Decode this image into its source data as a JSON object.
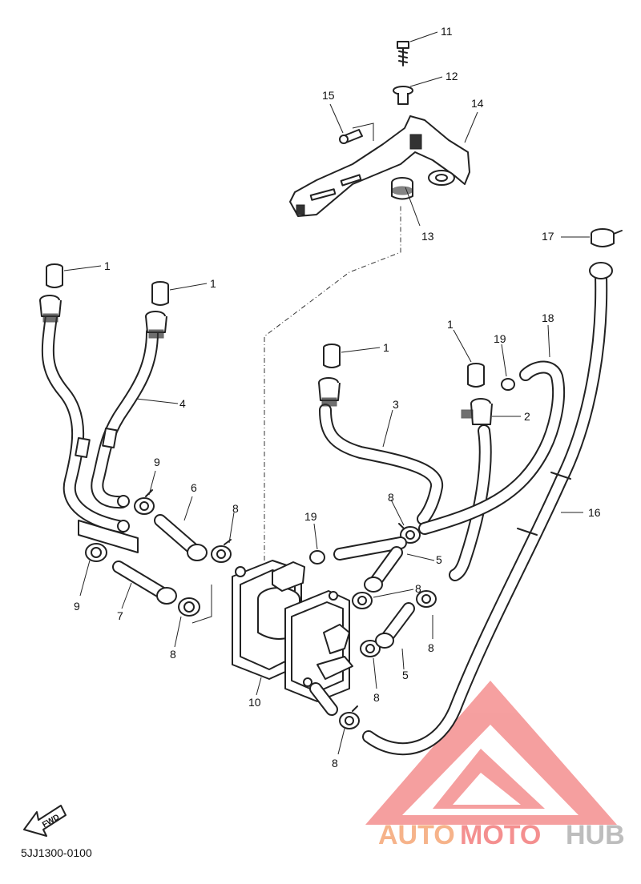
{
  "diagram": {
    "code": "5JJ1300-0100",
    "fwd_label": "FWD",
    "callouts": [
      {
        "id": "c1a",
        "label": "1"
      },
      {
        "id": "c1b",
        "label": "1"
      },
      {
        "id": "c1c",
        "label": "1"
      },
      {
        "id": "c1d",
        "label": "1"
      },
      {
        "id": "c2",
        "label": "2"
      },
      {
        "id": "c3",
        "label": "3"
      },
      {
        "id": "c4",
        "label": "4"
      },
      {
        "id": "c5a",
        "label": "5"
      },
      {
        "id": "c5b",
        "label": "5"
      },
      {
        "id": "c6",
        "label": "6"
      },
      {
        "id": "c7",
        "label": "7"
      },
      {
        "id": "c8a",
        "label": "8"
      },
      {
        "id": "c8b",
        "label": "8"
      },
      {
        "id": "c8c",
        "label": "8"
      },
      {
        "id": "c8d",
        "label": "8"
      },
      {
        "id": "c8e",
        "label": "8"
      },
      {
        "id": "c8f",
        "label": "8"
      },
      {
        "id": "c8g",
        "label": "8"
      },
      {
        "id": "c9a",
        "label": "9"
      },
      {
        "id": "c9b",
        "label": "9"
      },
      {
        "id": "c10",
        "label": "10"
      },
      {
        "id": "c11",
        "label": "11"
      },
      {
        "id": "c12",
        "label": "12"
      },
      {
        "id": "c13",
        "label": "13"
      },
      {
        "id": "c14",
        "label": "14"
      },
      {
        "id": "c15",
        "label": "15"
      },
      {
        "id": "c16",
        "label": "16"
      },
      {
        "id": "c17",
        "label": "17"
      },
      {
        "id": "c18",
        "label": "18"
      },
      {
        "id": "c19a",
        "label": "19"
      },
      {
        "id": "c19b",
        "label": "19"
      }
    ]
  },
  "watermark": {
    "part1": "AUTO",
    "part2": "MOTO",
    "part3": "HUB",
    "color_orange": "#f6b38a",
    "color_red": "#f48f8f",
    "color_gray": "#bdbdbd"
  }
}
